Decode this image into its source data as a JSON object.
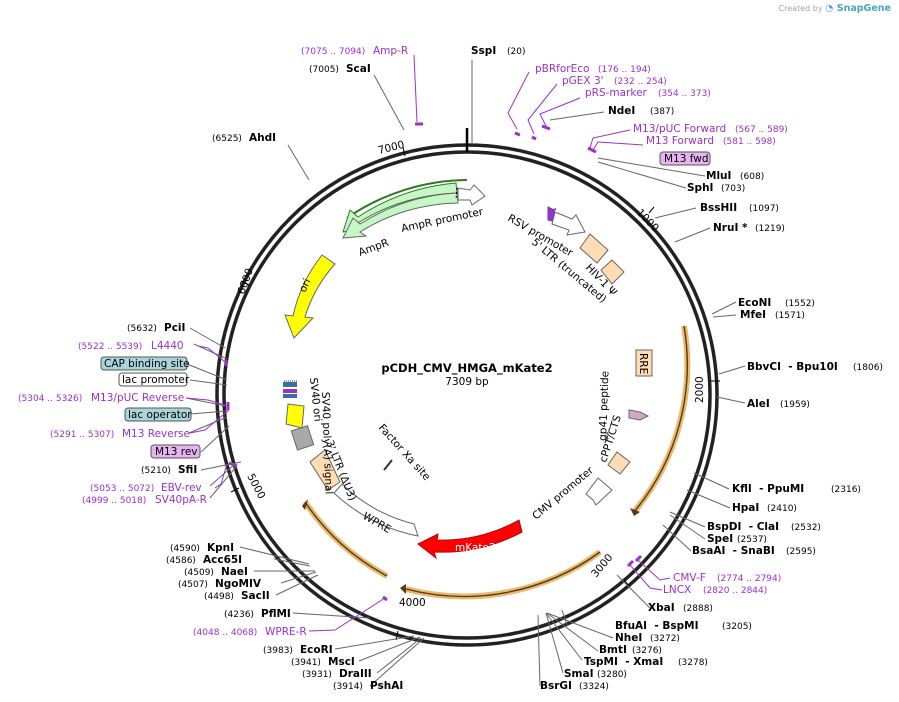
{
  "credit": {
    "prefix": "Created by",
    "brand": "SnapGene"
  },
  "plasmid": {
    "name": "pCDH_CMV_HMGA_mKate2",
    "length_label": "7309 bp"
  },
  "ticks": [
    {
      "label": "1000"
    },
    {
      "label": "2000"
    },
    {
      "label": "3000"
    },
    {
      "label": "4000"
    },
    {
      "label": "5000"
    },
    {
      "label": "6000"
    },
    {
      "label": "7000"
    }
  ],
  "sites": [
    {
      "name": "SspI",
      "pos": "(20)"
    },
    {
      "name": "ScaI",
      "pos": "(7005)"
    },
    {
      "name": "AhdI",
      "pos": "(6525)"
    },
    {
      "name": "NdeI",
      "pos": "(387)"
    },
    {
      "name": "MluI",
      "pos": "(608)"
    },
    {
      "name": "SphI",
      "pos": "(703)"
    },
    {
      "name": "BssHII",
      "pos": "(1097)"
    },
    {
      "name": "NruI *",
      "pos": "(1219)"
    },
    {
      "name": "EcoNI",
      "pos": "(1552)"
    },
    {
      "name": "MfeI",
      "pos": "(1571)"
    },
    {
      "name": "BbvCI  - Bpu10I",
      "pos": "(1806)"
    },
    {
      "name": "AleI",
      "pos": "(1959)"
    },
    {
      "name": "KflI  - PpuMI",
      "pos": "(2316)"
    },
    {
      "name": "HpaI",
      "pos": "(2410)"
    },
    {
      "name": "BspDI  - ClaI",
      "pos": "(2532)"
    },
    {
      "name": "SpeI",
      "pos": "(2537)"
    },
    {
      "name": "BsaAI  - SnaBI",
      "pos": "(2595)"
    },
    {
      "name": "XbaI",
      "pos": "(2888)"
    },
    {
      "name": "BfuAI  - BspMI",
      "pos": "(3205)"
    },
    {
      "name": "NheI",
      "pos": "(3272)"
    },
    {
      "name": "BmtI",
      "pos": "(3276)"
    },
    {
      "name": "TspMI  - XmaI",
      "pos": "(3278)"
    },
    {
      "name": "SmaI",
      "pos": "(3280)"
    },
    {
      "name": "BsrGI",
      "pos": "(3324)"
    },
    {
      "name": "PshAI",
      "pos": "(3914)"
    },
    {
      "name": "DraIII",
      "pos": "(3931)"
    },
    {
      "name": "MscI",
      "pos": "(3941)"
    },
    {
      "name": "EcoRI",
      "pos": "(3983)"
    },
    {
      "name": "PflMI",
      "pos": "(4236)"
    },
    {
      "name": "SacII",
      "pos": "(4498)"
    },
    {
      "name": "NgoMIV",
      "pos": "(4507)"
    },
    {
      "name": "NaeI",
      "pos": "(4509)"
    },
    {
      "name": "Acc65I",
      "pos": "(4586)"
    },
    {
      "name": "KpnI",
      "pos": "(4590)"
    },
    {
      "name": "SfiI",
      "pos": "(5210)"
    },
    {
      "name": "PciI",
      "pos": "(5632)"
    }
  ],
  "primers": [
    {
      "name": "Amp-R",
      "range": "(7075 .. 7094)"
    },
    {
      "name": "pBRforEco",
      "range": "(176 .. 194)"
    },
    {
      "name": "pGEX 3'",
      "range": "(232 .. 254)"
    },
    {
      "name": "pRS-marker",
      "range": "(354 .. 373)"
    },
    {
      "name": "M13/pUC Forward",
      "range": "(567 .. 589)"
    },
    {
      "name": "M13 Forward",
      "range": "(581 .. 598)"
    },
    {
      "name": "CMV-F",
      "range": "(2774 .. 2794)"
    },
    {
      "name": "LNCX",
      "range": "(2820 .. 2844)"
    },
    {
      "name": "WPRE-R",
      "range": "(4048 .. 4068)"
    },
    {
      "name": "EBV-rev",
      "range": "(5053 .. 5072)"
    },
    {
      "name": "SV40pA-R",
      "range": "(4999 .. 5018)"
    },
    {
      "name": "L4440",
      "range": "(5522 .. 5539)"
    },
    {
      "name": "M13/pUC Reverse",
      "range": "(5304 .. 5326)"
    },
    {
      "name": "M13 Reverse",
      "range": "(5291 .. 5307)"
    }
  ],
  "boxed_features": [
    {
      "name": "M13 fwd",
      "color": "#e6b3f0"
    },
    {
      "name": "CAP binding site",
      "color": "#a9d4dc"
    },
    {
      "name": "lac promoter",
      "color": "#ffffff"
    },
    {
      "name": "lac operator",
      "color": "#a9d4dc"
    },
    {
      "name": "M13 rev",
      "color": "#e6b3f0"
    }
  ],
  "features": [
    {
      "name": "AmpR promoter"
    },
    {
      "name": "AmpR"
    },
    {
      "name": "ori"
    },
    {
      "name": "RSV promoter"
    },
    {
      "name": "5' LTR (truncated)"
    },
    {
      "name": "HIV-1 Ψ"
    },
    {
      "name": "RRE"
    },
    {
      "name": "gp41 peptide"
    },
    {
      "name": "cPPT/CTS"
    },
    {
      "name": "CMV promoter"
    },
    {
      "name": "mKate2"
    },
    {
      "name": "WPRE"
    },
    {
      "name": "3' LTR (ΔU3)"
    },
    {
      "name": "SV40 poly(A) signal"
    },
    {
      "name": "SV40 ori"
    },
    {
      "name": "Factor Xa site"
    }
  ],
  "colors": {
    "ampr": "#c6f5c6",
    "ori": "#ffff00",
    "ltr": "#ffdcb3",
    "mkate2": "#ff0000",
    "primer": "#9b30c8",
    "orf_ring": "#e9b96e",
    "gray": "#a9a9a9",
    "gp41": "#d4a6c8",
    "sv40": "#3a6f9e"
  }
}
